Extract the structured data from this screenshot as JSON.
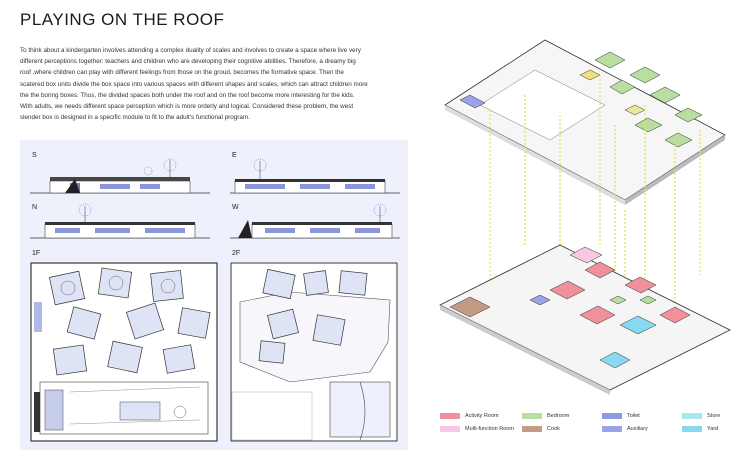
{
  "title": "PLAYING ON THE ROOF",
  "intro": [
    "To think about a kindergarten involves attending a complex duality of scales and involves to create a space where live very",
    "different perceptions together: teachers and children who are developing their cognitive abilities. Therefore, a dreamy big",
    "roof ,where children can play with different feelings from those on the groud, becomes the formative space. Then the",
    "scatered box units divide the box space into various spaces with different shapes and scales, which can attract children more",
    "the the boring boxes. Thus, the divided spaces both under the roof and on the roof become more interesting for the kids.",
    "With adults, we needs different space perception which is more orderly and logical. Considered these problem, the west",
    "slender box is designed in a specific module to fit to the adult’s functional program."
  ],
  "elevations": {
    "s": "S",
    "e": "E",
    "n": "N",
    "w": "W"
  },
  "plans": {
    "f1": "1F",
    "f2": "2F"
  },
  "legend": [
    {
      "label": "Activity Room",
      "color": "#f0909a"
    },
    {
      "label": "Multi-function Room",
      "color": "#f8c8e0"
    },
    {
      "label": "Bedroom",
      "color": "#b8dea0"
    },
    {
      "label": "Cook",
      "color": "#c49a84"
    },
    {
      "label": "Toilet",
      "color": "#8c9ae0"
    },
    {
      "label": "Auxiliary",
      "color": "#9aa2e8"
    },
    {
      "label": "Store",
      "color": "#a8e8f0"
    },
    {
      "label": "Yard",
      "color": "#88d8f0"
    }
  ]
}
